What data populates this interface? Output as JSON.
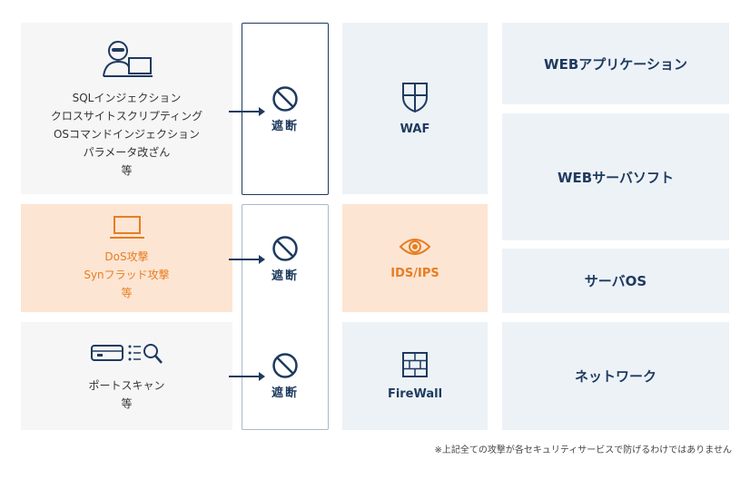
{
  "attacks": [
    {
      "lines": [
        "SQLインジェクション",
        "クロスサイトスクリプティング",
        "OSコマンドインジェクション",
        "パラメータ改ざん",
        "等"
      ],
      "icon": "hacker-laptop-icon"
    },
    {
      "lines": [
        "DoS攻撃",
        "Synフラッド攻撃",
        "等"
      ],
      "icon": "laptop-icon"
    },
    {
      "lines": [
        "ポートスキャン",
        "等"
      ],
      "icon": "server-scan-icon"
    }
  ],
  "block": {
    "label": "遮断"
  },
  "defenses": [
    {
      "label": "WAF",
      "icon": "shield-icon"
    },
    {
      "label": "IDS/IPS",
      "icon": "eye-icon"
    },
    {
      "label": "FireWall",
      "icon": "firewall-icon"
    }
  ],
  "layers": [
    {
      "label": "WEBアプリケーション"
    },
    {
      "label": "WEBサーバソフト"
    },
    {
      "label": "サーバOS"
    },
    {
      "label": "ネットワーク"
    }
  ],
  "note": "※上記全ての攻撃が各セキュリティサービスで防げるわけではありません",
  "colors": {
    "navy": "#1e3a5f",
    "orange": "#e67e22",
    "orange_bg": "#fde5d3",
    "gray_bg": "#f6f6f6",
    "blue_bg": "#edf2f7"
  }
}
